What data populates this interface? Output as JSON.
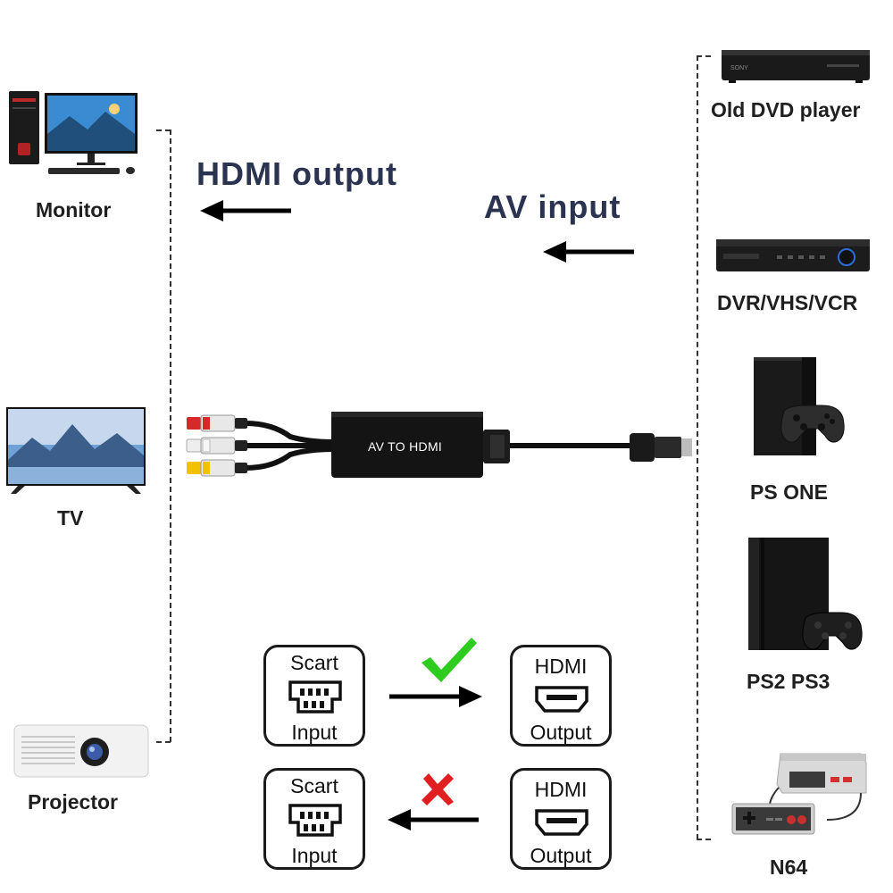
{
  "headings": {
    "hdmi_output": "HDMI output",
    "av_input": "AV input"
  },
  "left_devices": [
    {
      "label": "Monitor"
    },
    {
      "label": "TV"
    },
    {
      "label": "Projector"
    }
  ],
  "right_devices": [
    {
      "label": "Old DVD player"
    },
    {
      "label": "DVR/VHS/VCR"
    },
    {
      "label": "PS ONE"
    },
    {
      "label": "PS2 PS3"
    },
    {
      "label": "N64"
    }
  ],
  "converter": {
    "label": "AV TO HDMI"
  },
  "compat": [
    {
      "left": {
        "top": "Scart",
        "bottom": "Input"
      },
      "right": {
        "top": "HDMI",
        "bottom": "Output"
      },
      "mark": "check-icon",
      "direction": "right"
    },
    {
      "left": {
        "top": "Scart",
        "bottom": "Input"
      },
      "right": {
        "top": "HDMI",
        "bottom": "Output"
      },
      "mark": "cross-icon",
      "direction": "left"
    }
  ],
  "colors": {
    "heading": "#2a3350",
    "check": "#2ecc1f",
    "cross": "#e02020",
    "rca_red": "#d62a2a",
    "rca_white": "#eeeeee",
    "rca_yellow": "#f2c200"
  }
}
